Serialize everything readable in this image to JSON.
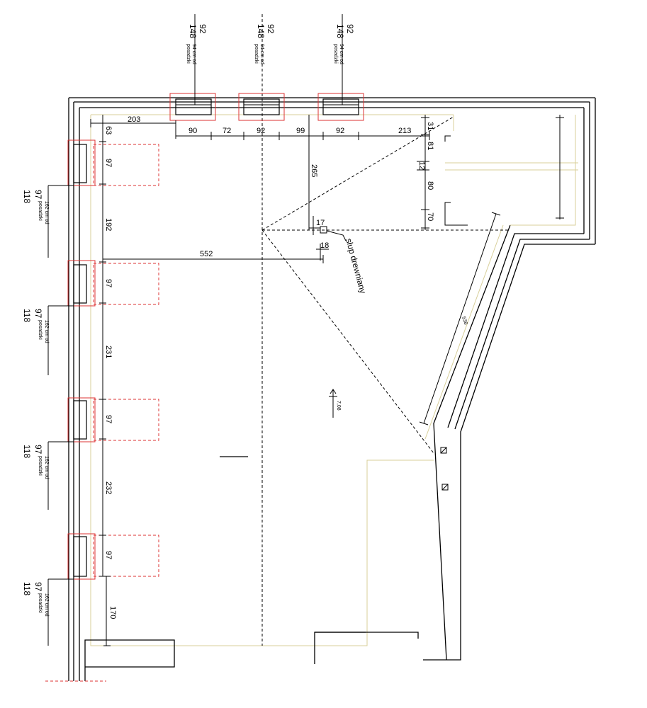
{
  "top_dims": [
    "203",
    "90",
    "72",
    "92",
    "99",
    "92",
    "213"
  ],
  "top_windows": [
    {
      "h1": "92",
      "h2": "148",
      "note": "94 cm od",
      "note2": "posadzki"
    },
    {
      "h1": "92",
      "h2": "148",
      "note": "94 cm od",
      "note2": "posadzki"
    },
    {
      "h1": "92",
      "h2": "148",
      "note": "94 cm od",
      "note2": "posadzki"
    }
  ],
  "left_windows": [
    {
      "w": "97",
      "h": "118",
      "note": "162 cm od",
      "note2": "posadzki"
    },
    {
      "w": "97",
      "h": "118",
      "note": "162 cm od",
      "note2": "posadzki"
    },
    {
      "w": "97",
      "h": "118",
      "note": "162 cm od",
      "note2": "posadzki"
    },
    {
      "w": "97",
      "h": "118",
      "note": "162 cm od",
      "note2": "posadzki"
    }
  ],
  "left_dims": [
    "63",
    "97",
    "192",
    "97",
    "231",
    "97",
    "232",
    "97",
    "170"
  ],
  "right_dims": [
    "31",
    "81",
    "12",
    "80",
    "70"
  ],
  "inner_dims": {
    "d552": "552",
    "d265": "265",
    "d17": "17",
    "d18": "18",
    "d538": "538"
  },
  "column_label": "słup drewniany",
  "level_mark": "7,08"
}
